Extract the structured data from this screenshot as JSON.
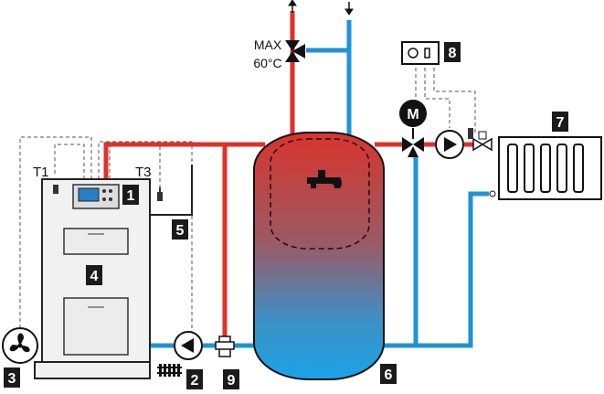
{
  "colors": {
    "hot": "#e0302a",
    "cold": "#1f93d6",
    "tank_top": "#d9342c",
    "tank_bottom": "#1aa3e8",
    "boiler": "#f1f1f1",
    "badge": "#1b1b1b",
    "wire": "#444444"
  },
  "labels": {
    "max": "MAX",
    "temp": "60°C",
    "t1": "T1",
    "t3": "T3",
    "motor": "M"
  },
  "badges": {
    "b1": "1",
    "b2": "2",
    "b3": "3",
    "b4": "4",
    "b5": "5",
    "b6": "6",
    "b7": "7",
    "b8": "8",
    "b9": "9"
  },
  "icons": {
    "tap": "water-tap-icon",
    "fan": "fan-icon",
    "pump": "circulation-pump-icon",
    "motor": "motor-actuator-icon",
    "radiator": "radiator-icon",
    "controller": "room-controller-icon"
  }
}
